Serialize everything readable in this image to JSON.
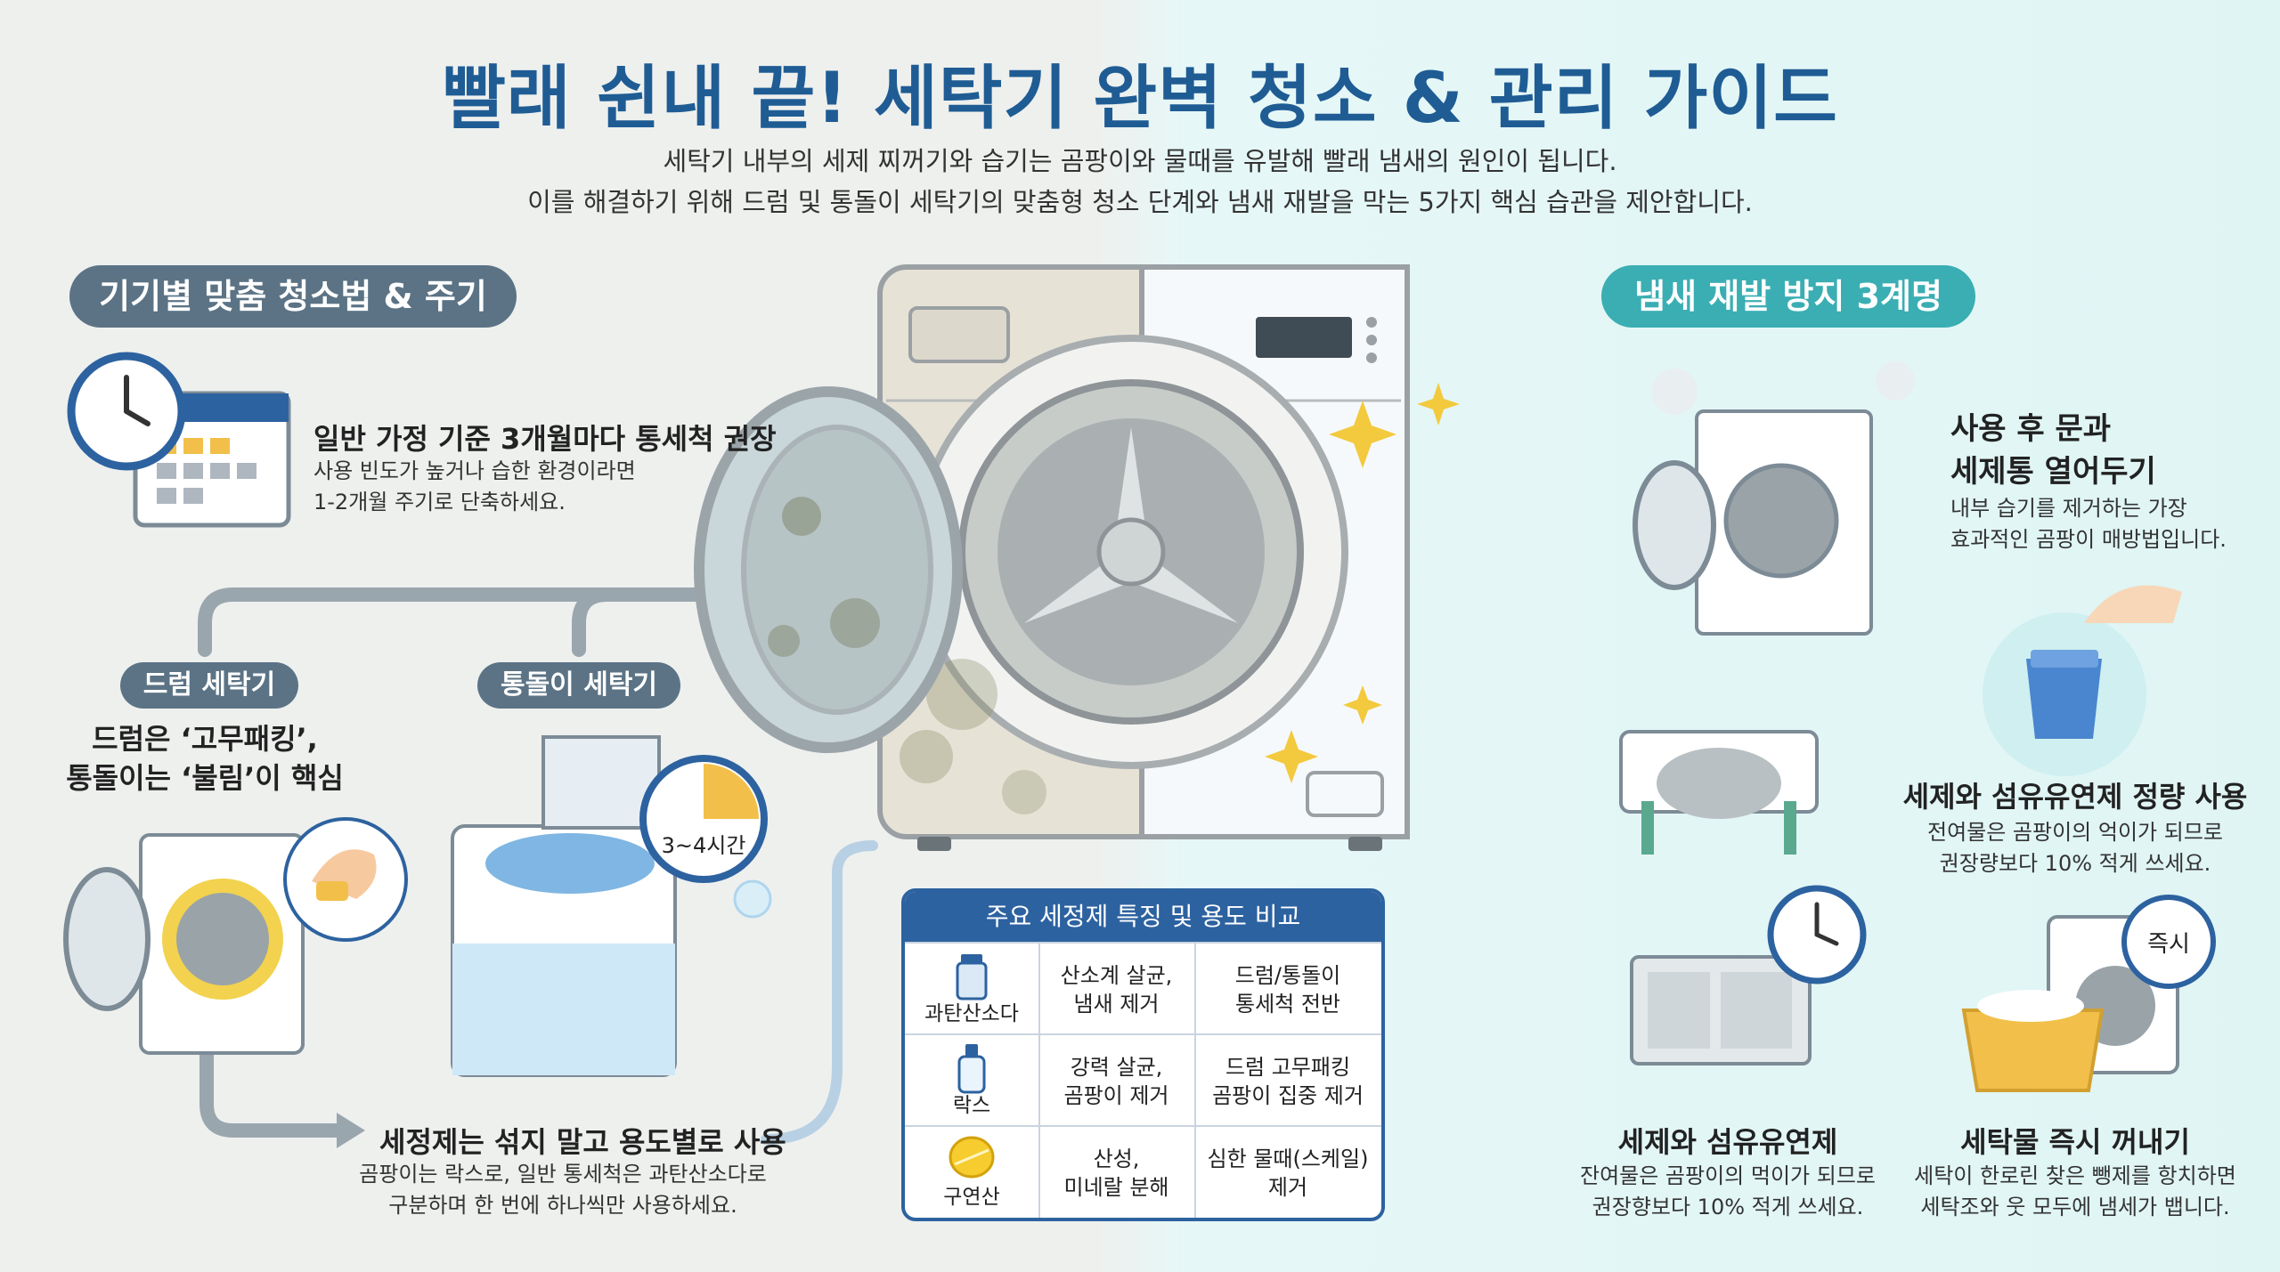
{
  "title": "빨래 쉰내 끝! 세탁기 완벽 청소 & 관리 가이드",
  "subtitle": {
    "line1": "세탁기 내부의 세제 찌꺼기와 습기는 곰팡이와 물때를 유발해 빨래 냄새의 원인이 됩니다.",
    "line2": "이를 해결하기 위해 드럼 및 통돌이 세탁기의 맞춤형 청소 단계와 냄새 재발을 막는 5가지 핵심 습관을 제안합니다."
  },
  "left": {
    "header": "기기별 맞춤 청소법 & 주기",
    "cycle": {
      "title": "일반 가정 기준 3개월마다 통세척 권장",
      "desc1": "사용 빈도가 높거나 습한 환경이라면",
      "desc2": "1-2개월 주기로 단축하세요."
    },
    "drum_tag": "드럼 세탁기",
    "top_tag": "통돌이 세탁기",
    "core1": "드럼은 ‘고무패킹’,",
    "core2": "통돌이는 ‘불림’이 핵심",
    "soak_time": "3~4시간",
    "detergent": {
      "title": "세정제는 섞지 말고 용도별로 사용",
      "desc1": "곰팡이는 락스로, 일반 통세척은 과탄산소다로",
      "desc2": "구분하며 한 번에 하나씩만 사용하세요."
    }
  },
  "table": {
    "header": "주요 세정제 특징 및 용도 비교",
    "rows": [
      {
        "name": "과탄산소다",
        "feature": "산소계 살균,\n냄새 제거",
        "use": "드럼/통돌이\n통세척 전반"
      },
      {
        "name": "락스",
        "feature": "강력 살균,\n곰팡이 제거",
        "use": "드럼 고무패킹\n곰팡이 집중 제거"
      },
      {
        "name": "구연산",
        "feature": "산성,\n미네랄 분해",
        "use": "심한 물때(스케일)\n제거"
      }
    ]
  },
  "right": {
    "header": "냄새 재발 방지 3계명",
    "tip1": {
      "title1": "사용 후 문과",
      "title2": "세제통 열어두기",
      "desc1": "내부 습기를 제거하는 가장",
      "desc2": "효과적인 곰팡이 매방법입니다."
    },
    "tip2": {
      "title": "세제와 섬유유연제 정량 사용",
      "desc1": "전여물은 곰팡이의 억이가 되므로",
      "desc2": "권장량보다 10% 적게 쓰세요."
    },
    "tip3": {
      "title": "세제와 섬유유연제",
      "desc1": "잔여물은 곰팡이의 먹이가 되므로",
      "desc2": "권장향보다 10% 적게 쓰세요."
    },
    "tip4": {
      "title": "세탁물 즉시 꺼내기",
      "badge": "즉시",
      "desc1": "세탁이 한로린 찾은 뺑제를 항치하면",
      "desc2": "세탁조와 웃 모두에 냄세가 뱁니다."
    }
  },
  "colors": {
    "title": "#1f5c94",
    "slate": "#5b7385",
    "teal": "#3aaeb3",
    "table": "#2d62a0"
  }
}
